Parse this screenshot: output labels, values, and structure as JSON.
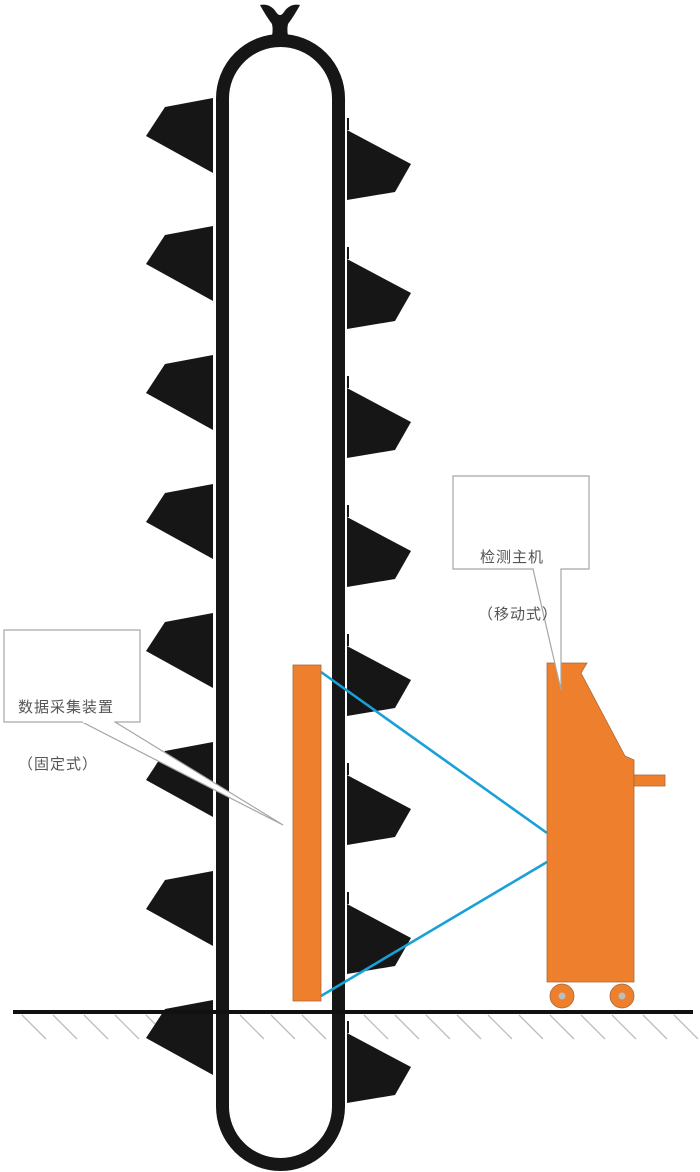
{
  "diagram": {
    "type": "schematic",
    "description": "Bucket elevator chain with fixed data acquisition device and mobile detection host",
    "colors": {
      "chain": "#161616",
      "device": "#ee7f2d",
      "device_border": "#a8693a",
      "signal": "#1aa0d8",
      "callout_border": "#a6a6a6",
      "ground": "#111111",
      "hatch": "#bdbdbd",
      "wheel_hub": "#bdbdbd"
    },
    "labels": {
      "data_acquisition": {
        "line1": "数据采集装置",
        "line2": "（固定式）"
      },
      "detection_host": {
        "line1": "检测主机",
        "line2": "（移动式）"
      }
    },
    "components": [
      {
        "id": "elevator-loop",
        "name": "Bucket elevator chain loop"
      },
      {
        "id": "buckets-left",
        "count": 8
      },
      {
        "id": "buckets-right",
        "count": 8
      },
      {
        "id": "data-acquisition-device",
        "label_ref": "labels.data_acquisition"
      },
      {
        "id": "detection-host",
        "label_ref": "labels.detection_host",
        "wheels": 2
      },
      {
        "id": "signal-beams",
        "count": 2
      },
      {
        "id": "ground-line"
      }
    ]
  }
}
